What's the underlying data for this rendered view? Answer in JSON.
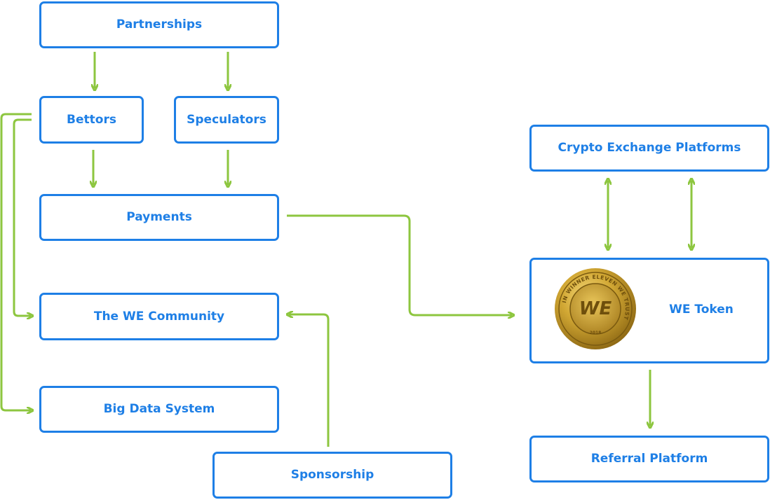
{
  "nodes": {
    "partnerships": "Partnerships",
    "bettors": "Bettors",
    "speculators": "Speculators",
    "payments": "Payments",
    "community": "The WE Community",
    "big_data": "Big Data System",
    "sponsorship": "Sponsorship",
    "crypto_exchange": "Crypto Exchange Platforms",
    "we_token": "WE Token",
    "referral": "Referral Platform"
  },
  "coin": {
    "ring_text": "IN WINNER ELEVEN WE TRUST",
    "monogram": "WE",
    "year": "2018"
  },
  "colors": {
    "box_border": "#1e7fe6",
    "text": "#1e7fe6",
    "connector": "#8dc63f",
    "coin_gold": "#c9a227"
  }
}
